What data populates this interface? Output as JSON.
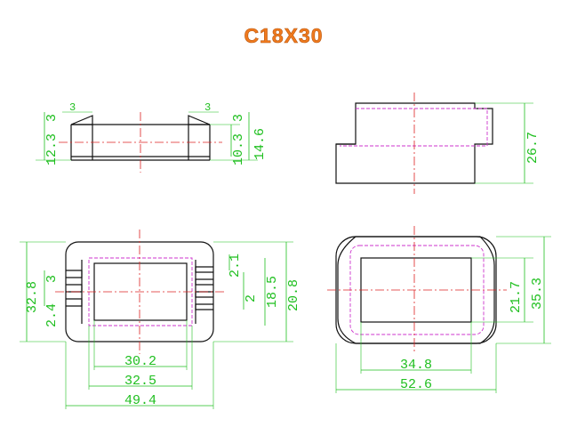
{
  "title": "C18X30",
  "colors": {
    "title": "#f07a1e",
    "dimension": "#1fbf1f",
    "outline": "#111111",
    "hidden_line": "#cc33cc",
    "center_line": "#dd2222"
  },
  "views": {
    "front": {
      "dims": {
        "flange_width_left": "3",
        "flange_width_right": "3",
        "flange_height_left": "3",
        "flange_height_right": "3",
        "overall_left": "12.3",
        "inner_right": "10.3",
        "overall_right": "14.6"
      }
    },
    "side": {
      "dims": {
        "height": "26.7"
      }
    },
    "top": {
      "dims": {
        "height": "32.8",
        "slot": "3",
        "pin_pitch": "2.4",
        "pin_offset": "2.1",
        "gap": "2",
        "inner_height": "18.5",
        "outer_height": "20.8",
        "inner_width": "30.2",
        "mid_width": "32.5",
        "overall_width": "49.4"
      }
    },
    "bottom": {
      "dims": {
        "inner_height": "21.7",
        "overall_height": "35.3",
        "inner_width": "34.8",
        "overall_width": "52.6"
      }
    }
  }
}
